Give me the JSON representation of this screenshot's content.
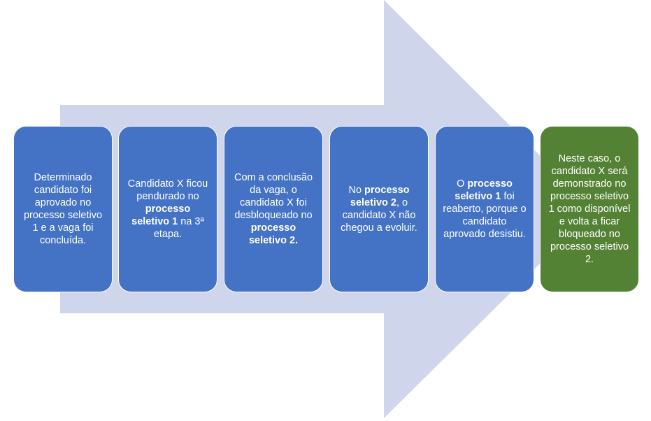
{
  "colors": {
    "arrow": "#cfd5ea",
    "step_blue": "#4472c4",
    "step_green": "#548235",
    "text": "#ffffff"
  },
  "steps": [
    {
      "color": "blue",
      "parts": [
        {
          "t": "Determinado candidato foi aprovado no processo seletivo 1 e a vaga foi concluída.",
          "b": false
        }
      ]
    },
    {
      "color": "blue",
      "parts": [
        {
          "t": "Candidato X ficou pendurado no ",
          "b": false
        },
        {
          "t": "processo seletivo 1",
          "b": true
        },
        {
          "t": " na 3ª etapa.",
          "b": false
        }
      ]
    },
    {
      "color": "blue",
      "parts": [
        {
          "t": "Com a conclusão da vaga, o candidato X foi desbloqueado no ",
          "b": false
        },
        {
          "t": "processo seletivo 2.",
          "b": true
        }
      ]
    },
    {
      "color": "blue",
      "parts": [
        {
          "t": "No ",
          "b": false
        },
        {
          "t": "processo seletivo 2",
          "b": true
        },
        {
          "t": ", o candidato X não chegou a evoluir.",
          "b": false
        }
      ]
    },
    {
      "color": "blue",
      "parts": [
        {
          "t": "O ",
          "b": false
        },
        {
          "t": "processo seletivo 1",
          "b": true
        },
        {
          "t": " foi reaberto, porque o candidato aprovado desistiu.",
          "b": false
        }
      ]
    },
    {
      "color": "green",
      "parts": [
        {
          "t": "Neste caso, o candidato X será demonstrado no processo seletivo 1 como disponível e volta a ficar bloqueado no processo seletivo 2.",
          "b": false
        }
      ]
    }
  ]
}
